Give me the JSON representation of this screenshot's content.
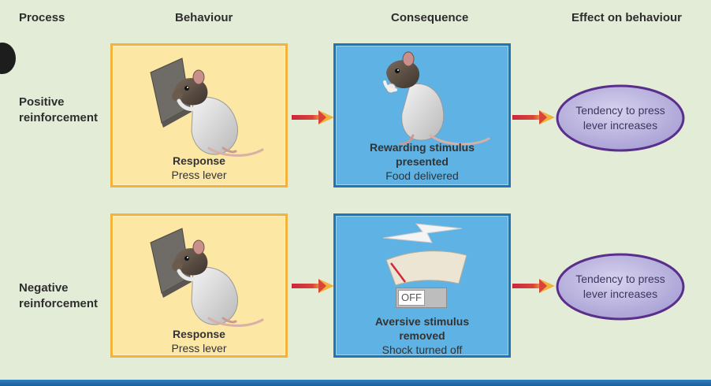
{
  "headers": {
    "process": "Process",
    "behaviour": "Behaviour",
    "consequence": "Consequence",
    "effect": "Effect on behaviour"
  },
  "rows": [
    {
      "label_line1": "Positive",
      "label_line2": "reinforcement",
      "behaviour_title": "Response",
      "behaviour_text": "Press lever",
      "consequence_title_line1": "Rewarding stimulus",
      "consequence_title_line2": "presented",
      "consequence_text": "Food delivered",
      "effect_line1": "Tendency to press",
      "effect_line2": "lever increases"
    },
    {
      "label_line1": "Negative",
      "label_line2": "reinforcement",
      "behaviour_title": "Response",
      "behaviour_text": "Press lever",
      "consequence_title_line1": "Aversive stimulus",
      "consequence_title_line2": "removed",
      "consequence_text": "Shock turned off",
      "switch_label": "OFF",
      "effect_line1": "Tendency to press",
      "effect_line2": "lever increases"
    }
  ],
  "colors": {
    "background": "#e2ecd7",
    "behaviour_fill": "#fde7a4",
    "behaviour_border": "#f3b23a",
    "consequence_fill": "#5eb2e4",
    "consequence_border": "#1c76b8",
    "effect_fill": "#b9b3de",
    "effect_border": "#5a2f8c",
    "arrow": "#c8283c"
  },
  "icons": {
    "rat_pressing": "rat-pressing-lever-icon",
    "rat_eating": "rat-eating-icon",
    "lightning": "lightning-icon",
    "shock_meter": "shock-meter-icon"
  }
}
